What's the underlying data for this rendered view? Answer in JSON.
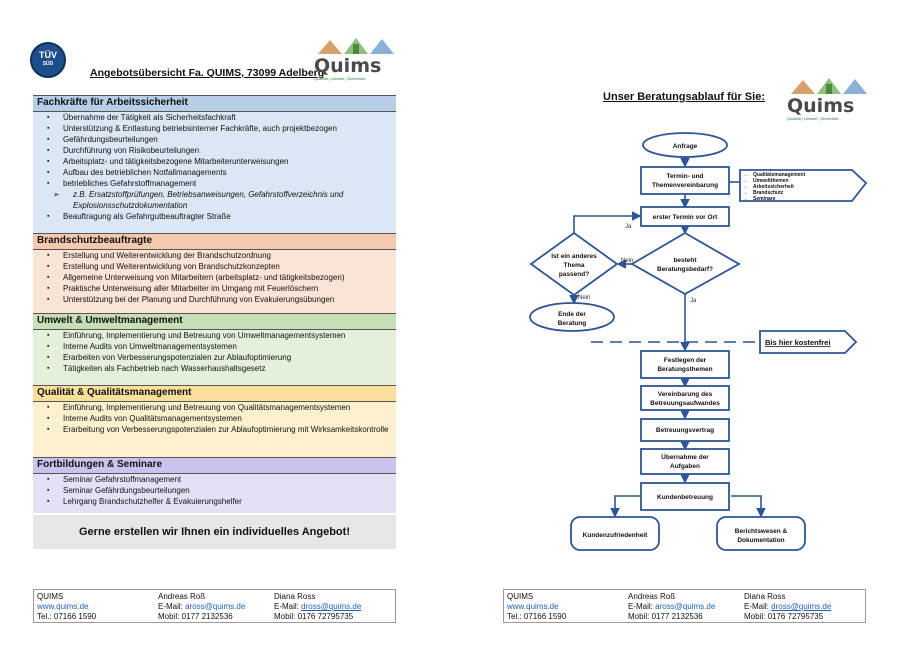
{
  "left_page": {
    "tuv_logo": {
      "line1": "TÜV",
      "line2": "SÜD"
    },
    "title": "Angebotsübersicht Fa. QUIMS, 73099 Adelberg",
    "logo": {
      "word": "Quims",
      "tagline": "Qualität | Umwelt | Sicherheit"
    },
    "sections": [
      {
        "heading": "Fachkräfte für Arbeitssicherheit",
        "items": [
          "Übernahme der Tätigkeit als Sicherheitsfachkraft",
          "Unterstützung & Entlastung betriebsinterner Fachkräfte, auch projektbezogen",
          "Gefährdungsbeurteilungen",
          "Durchführung von Risikobeurteilungen",
          "Arbeitsplatz- und tätigkeitsbezogene Mitarbeiterunterweisungen",
          "Aufbau des betrieblichen Notfallmanagements",
          "betriebliches Gefahrstoffmanagement"
        ],
        "sub_item": "z.B. Ersatzstoffprüfungen, Betriebsanweisungen, Gefahrstoffverzeichnis und Explosionsschutzdokumentation",
        "last_item": "Beauftragung als Gefahrgutbeauftragter Straße"
      },
      {
        "heading": "Brandschutzbeauftragte",
        "items": [
          "Erstellung und Weiterentwicklung der Brandschutzordnung",
          "Erstellung und Weiterentwicklung von Brandschutzkonzepten",
          "Allgemeine Unterweisung von Mitarbeitern (arbeitsplatz- und tätigkeitsbezogen)",
          "Praktische Unterweisung aller Mitarbeiter im Umgang mit Feuerlöschern",
          "Unterstützung bei der Planung und Durchführung von Evakuierungsübungen"
        ]
      },
      {
        "heading": "Umwelt & Umweltmanagement",
        "items": [
          "Einführung, Implementierung und Betreuung von Umweltmanagementsystemen",
          "Interne Audits von Umweltmanagementsystemen",
          "Erarbeiten von Verbesserungspotenzialen zur Ablaufoptimierung",
          "Tätigkeiten als Fachbetrieb nach Wasserhaushaltsgesetz"
        ]
      },
      {
        "heading": "Qualität & Qualitätsmanagement",
        "items": [
          "Einführung, Implementierung und Betreuung von Qualitätsmanagementsystemen",
          "Interne Audits von Qualitätsmanagementsystemen",
          "Erarbeitung von Verbesserungspotenzialen zur Ablaufoptimierung mit Wirksamkeitskontrolle"
        ]
      },
      {
        "heading": "Fortbildungen & Seminare",
        "items": [
          "Seminar Gefahrstoffmanagement",
          "Seminar Gefährdungsbeurteilungen",
          "Lehrgang Brandschutzhelfer & Evakuierungshelfer"
        ]
      }
    ],
    "cta": "Gerne erstellen wir Ihnen ein individuelles Angebot!"
  },
  "footer": {
    "company": "QUIMS",
    "website": "www.quims.de",
    "phone": "Tel.: 07166  1590",
    "contact1_name": "Andreas Roß",
    "contact1_email_label": "E-Mail:",
    "contact1_email": "aross@quims.de",
    "contact1_mobile": "Mobil:  0177  2132536",
    "contact2_name": "Diana Ross",
    "contact2_email_label": "E-Mail:",
    "contact2_email": "dross@quims.de",
    "contact2_mobile": "Mobil: 0176  72795735"
  },
  "right_page": {
    "title": "Unser Beratungsablauf für Sie:",
    "flow": {
      "anfrage": "Anfrage",
      "termin_1": "Termin- und",
      "termin_2": "Themenvereinbarung",
      "topics": [
        "Qualitätsmanagement",
        "Umweltthemen",
        "Arbeitssicherheit",
        "Brandschutz",
        "Seminare"
      ],
      "ja_1": "Ja",
      "erster_termin": "erster Termin vor Ort",
      "besteht_1": "besteht",
      "besteht_2": "Beratungsbedarf?",
      "nein_1": "Nein",
      "anderes_1": "Ist ein anderes",
      "anderes_2": "Thema",
      "anderes_3": "passend?",
      "nein_2": "Nein",
      "ende_1": "Ende der",
      "ende_2": "Beratung",
      "ja_2": "Ja",
      "kostenfrei": "Bis hier kostenfrei",
      "festlegen_1": "Festlegen der",
      "festlegen_2": "Beratungsthemen",
      "vereinbarung_1": "Vereinbarung des",
      "vereinbarung_2": "Betreuungsaufwandes",
      "vertrag": "Betreuungsvertrag",
      "uebernahme_1": "Übernahme der",
      "uebernahme_2": "Aufgaben",
      "kundenbetreuung": "Kundenbetreuung",
      "zufriedenheit": "Kundenzufriedenheit",
      "bericht_1": "Berichtswesen &",
      "bericht_2": "Dokumentation"
    }
  },
  "colors": {
    "flow_fill": "#2f5597",
    "flow_stroke": "#1f3864",
    "tuv_blue": "#1f4e8c"
  }
}
